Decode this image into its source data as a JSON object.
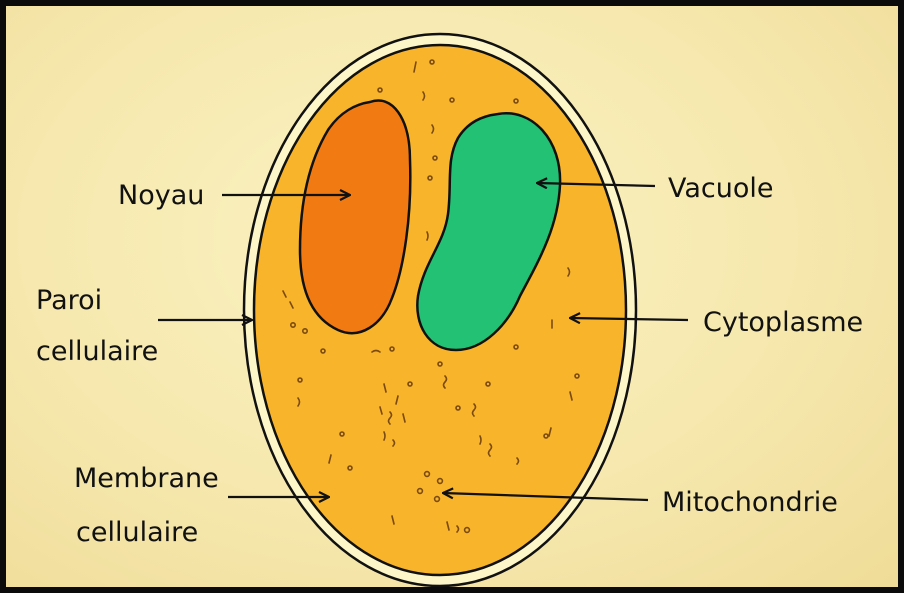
{
  "diagram": {
    "labels": {
      "noyau": "Noyau",
      "vacuole": "Vacuole",
      "paroi_line1": "Paroi",
      "paroi_line2": "cellulaire",
      "cytoplasme": "Cytoplasme",
      "membrane_line1": "Membrane",
      "membrane_line2": "cellulaire",
      "mitochondrie": "Mitochondrie"
    },
    "colors": {
      "background": "#f6e8ae",
      "cell_wall": "#fdf6c8",
      "cytoplasm": "#f8b42a",
      "nucleus": "#f27a12",
      "vacuole": "#22c174",
      "outline": "#111111"
    }
  }
}
